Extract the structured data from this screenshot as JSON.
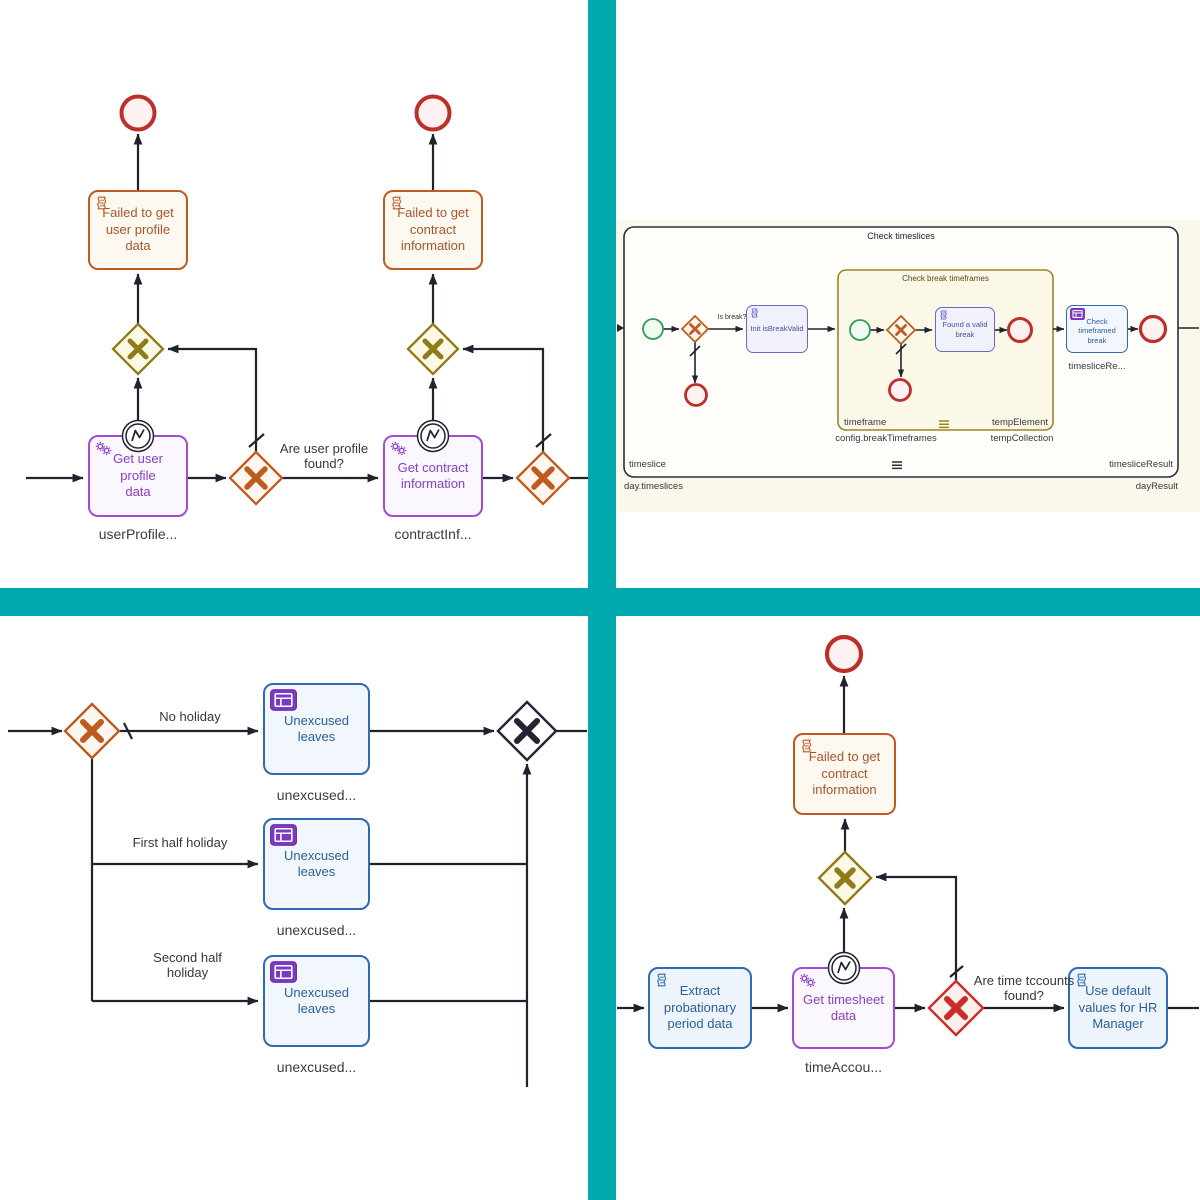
{
  "colors": {
    "divider_teal": "#00a9ae",
    "error_red": "#bd3029",
    "gateway_orange": "#bf5b1e",
    "gateway_olive": "#8f7b17",
    "task_purple": "#a14bd6",
    "task_blue": "#2d6cb5"
  },
  "q1": {
    "task_user_profile": "Get user profile\ndata",
    "annotation_user_profile": "userProfile...",
    "failed_user_profile": "Failed to get\nuser profile\ndata",
    "question": "Are user profile\nfound?",
    "task_contract": "Get contract\ninformation",
    "annotation_contract": "contractInf...",
    "failed_contract": "Failed to get\ncontract\ninformation"
  },
  "q2": {
    "outer_title": "Check timeslices",
    "inner_title": "Check break timeframes",
    "is_break": "Is break?",
    "task_init": "Init isBreakValid",
    "task_found": "Found a valid\nbreak",
    "task_check": "Check\ntimeframed\nbreak",
    "annotation_check": "timesliceRe...",
    "inner_left": "timeframe",
    "inner_right": "tempElement",
    "inner_below_left": "config.breakTimeframes",
    "inner_below_right": "tempCollection",
    "outer_left": "timeslice",
    "outer_right": "timesliceResult",
    "outer_below_left": "day.timeslices",
    "outer_below_right": "dayResult"
  },
  "q3": {
    "branches": [
      {
        "condition": "No holiday",
        "task": "Unexcused\nleaves",
        "annotation": "unexcused..."
      },
      {
        "condition": "First half holiday",
        "task": "Unexcused\nleaves",
        "annotation": "unexcused..."
      },
      {
        "condition": "Second half\nholiday",
        "task": "Unexcused\nleaves",
        "annotation": "unexcused..."
      }
    ]
  },
  "q4": {
    "task_extract": "Extract\nprobationary\nperiod data",
    "task_timesheet": "Get timesheet\ndata",
    "annotation_timesheet": "timeAccou...",
    "question": "Are time tccounts\nfound?",
    "task_default": "Use default\nvalues for HR\nManager",
    "failed_contract": "Failed to get\ncontract\ninformation"
  }
}
